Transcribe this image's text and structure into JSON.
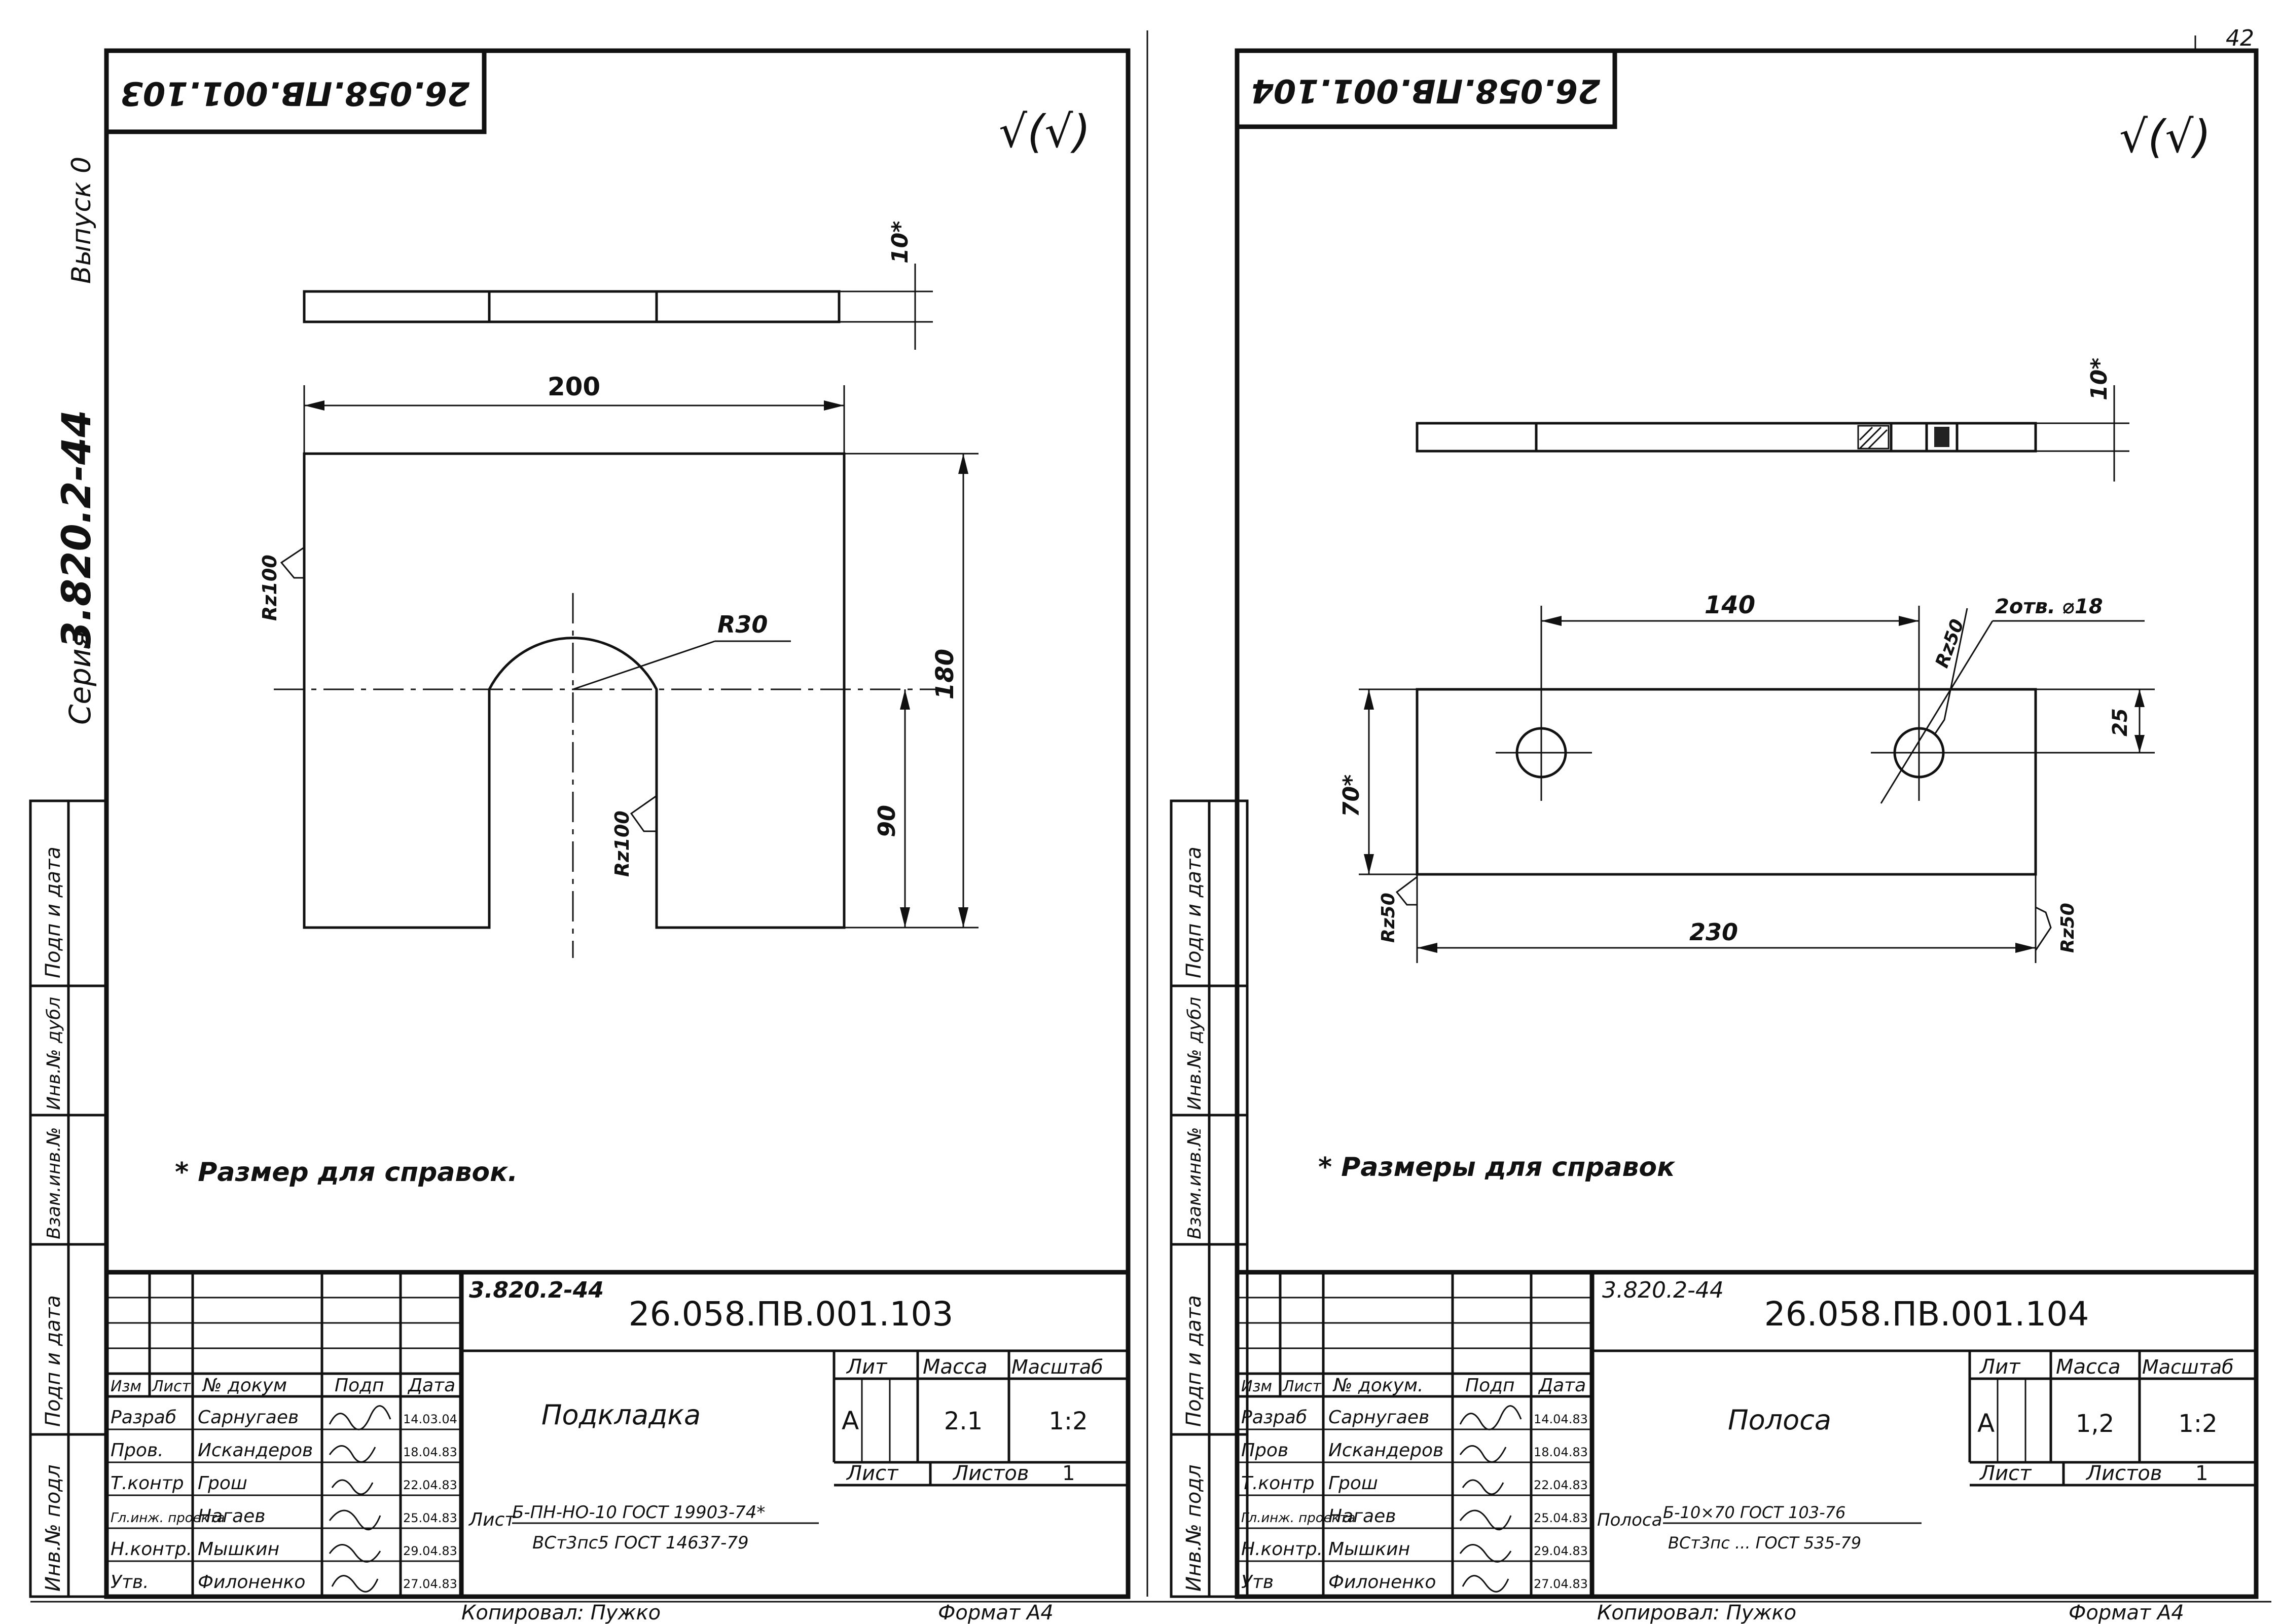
{
  "page_number": "42",
  "side_stamp": {
    "series": "Серия",
    "series_number": "3.820.2-44",
    "issue": "Выпуск 0",
    "fields": [
      "Подп и дата",
      "Инв.№ дубл",
      "Взам.инв.№",
      "Подп и дата",
      "Инв.№ подл"
    ]
  },
  "sheets": [
    {
      "doc_code": "26.058.ПВ.001.103",
      "doc_code_rotated": "26.058.ПВ.001.103",
      "roughness_mark": "√(√)",
      "dims": {
        "width": "200",
        "height": "180",
        "half_height": "90",
        "thickness": "10*",
        "radius": "R30",
        "rz_left": "Rz100",
        "rz_slot": "Rz100"
      },
      "note": "* Размер для справок.",
      "title_block": {
        "series_handwritten": "3.820.2-44",
        "designation": "26.058.ПВ.001.103",
        "name": "Подкладка",
        "header": [
          "Изм",
          "Лист",
          "№ докум",
          "Подп",
          "Дата"
        ],
        "staff": [
          {
            "role": "Разраб",
            "name": "Сарнугаев",
            "date": "14.03.04"
          },
          {
            "role": "Пров.",
            "name": "Искандеров",
            "date": "18.04.83"
          },
          {
            "role": "Т.контр",
            "name": "Грош",
            "date": "22.04.83"
          },
          {
            "role": "Гл.инж. проекта",
            "name": "Нагаев",
            "date": "25.04.83"
          },
          {
            "role": "Н.контр.",
            "name": "Мышкин",
            "date": "29.04.83"
          },
          {
            "role": "Утв.",
            "name": "Филоненко",
            "date": "27.04.83"
          }
        ],
        "lit_label": "Лит",
        "lit_value": "А",
        "mass_label": "Масса",
        "mass_value": "2.1",
        "scale_label": "Масштаб",
        "scale_value": "1:2",
        "sheet_label": "Лист",
        "sheets_label": "Листов",
        "sheets_value": "1",
        "material_prefix": "Лист",
        "material_line1": "Б-ПН-НО-10 ГОСТ 19903-74*",
        "material_line2": "ВСт3пс5 ГОСТ 14637-79"
      },
      "copied_by": "Копировал: Пужко",
      "format": "Формат А4"
    },
    {
      "doc_code": "26.058.ПВ.001.104",
      "doc_code_rotated": "26.058.ПВ.001.104",
      "roughness_mark": "√(√)",
      "dims": {
        "spacing": "140",
        "holes": "2отв. ⌀18",
        "rz_hole": "Rz50",
        "width": "70*",
        "edge": "25",
        "length": "230",
        "rz_left": "Rz50",
        "rz_right": "Rz50",
        "thickness": "10*"
      },
      "note": "* Размеры для справок",
      "title_block": {
        "series_handwritten": "3.820.2-44",
        "designation": "26.058.ПВ.001.104",
        "name": "Полоса",
        "header": [
          "Изм",
          "Лист",
          "№ докум.",
          "Подп",
          "Дата"
        ],
        "staff": [
          {
            "role": "Разраб",
            "name": "Сарнугаев",
            "date": "14.04.83"
          },
          {
            "role": "Пров",
            "name": "Искандеров",
            "date": "18.04.83"
          },
          {
            "role": "Т.контр",
            "name": "Грош",
            "date": "22.04.83"
          },
          {
            "role": "Гл.инж. проекта",
            "name": "Нагаев",
            "date": "25.04.83"
          },
          {
            "role": "Н.контр.",
            "name": "Мышкин",
            "date": "29.04.83"
          },
          {
            "role": "Утв",
            "name": "Филоненко",
            "date": "27.04.83"
          }
        ],
        "lit_label": "Лит",
        "lit_value": "А",
        "mass_label": "Масса",
        "mass_value": "1,2",
        "scale_label": "Масштаб",
        "scale_value": "1:2",
        "sheet_label": "Лист",
        "sheets_label": "Листов",
        "sheets_value": "1",
        "material_prefix": "Полоса",
        "material_line1": "Б-10×70 ГОСТ 103-76",
        "material_line2": "ВСт3пс ... ГОСТ 535-79"
      },
      "copied_by": "Копировал: Пужко",
      "format": "Формат А4"
    }
  ]
}
